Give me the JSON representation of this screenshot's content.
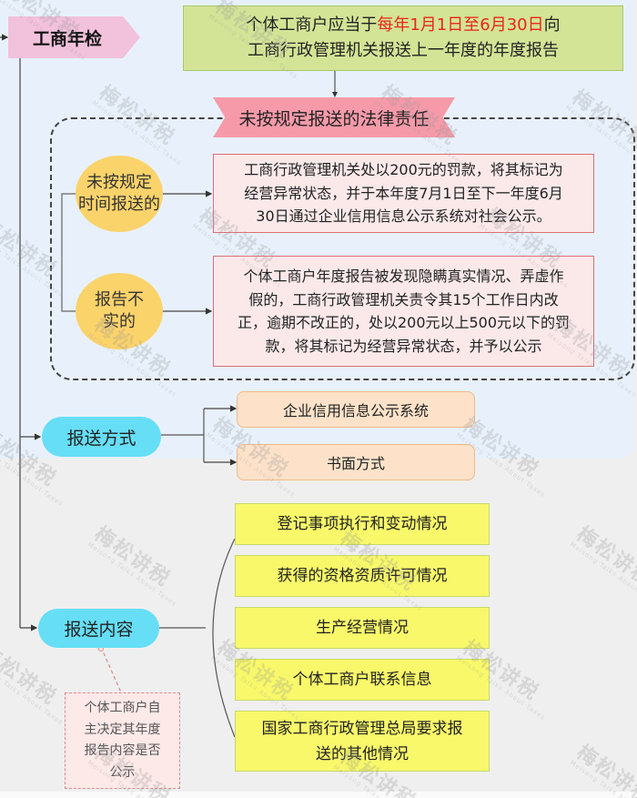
{
  "root": {
    "label": "工商年检"
  },
  "deadline": {
    "prefix": "个体工商户应当于",
    "highlight": "每年1月1日至6月30日",
    "suffix": "向",
    "line2": "工商行政管理机关报送上一年度的年度报告",
    "highlight_color": "#e8261c"
  },
  "liability": {
    "title": "未按规定报送的法律责任",
    "items": [
      {
        "condition_line1": "未按规定",
        "condition_line2": "时间报送的",
        "consequence": [
          "工商行政管理机关处以200元的罚款，将其标记为",
          "经营异常状态，并于本年度7月1日至下一年度6月",
          "30日通过企业信用信息公示系统对社会公示。"
        ]
      },
      {
        "condition_line1": "报告不",
        "condition_line2": "实的",
        "consequence": [
          "个体工商户年度报告被发现隐瞒真实情况、弄虚作",
          "假的，工商行政管理机关责令其15个工作日内改",
          "正，逾期不改正的，处以200元以上500元以下的罚",
          "款，将其标记为经营异常状态，并予以公示"
        ]
      }
    ]
  },
  "submit_method": {
    "label": "报送方式",
    "options": [
      "企业信用信息公示系统",
      "书面方式"
    ]
  },
  "submit_content": {
    "label": "报送内容",
    "items": [
      {
        "line1": "登记事项执行和变动情况"
      },
      {
        "line1": "获得的资格资质许可情况"
      },
      {
        "line1": "生产经营情况"
      },
      {
        "line1": "个体工商户联系信息"
      },
      {
        "line1": "国家工商行政管理总局要求报",
        "line2": "送的其他情况"
      }
    ],
    "note": [
      "个体工商户自",
      "主决定其年度",
      "报告内容是否",
      "公示"
    ]
  },
  "watermark": {
    "text": "梅松讲税",
    "subtext": "Meisong Talks About Taxes"
  },
  "colors": {
    "root_bg": "#f2c1dc",
    "deadline_bg": "#d3e496",
    "ribbon_bg": "#f69aa9",
    "condition_bg": "#fbd36b",
    "consequence_bg": "#fbe9ea",
    "pill_bg": "#66def6",
    "method_bg": "#fde2c9",
    "content_bg": "#f8f86a",
    "top_region_bg": "#e8f1fb",
    "bottom_region_bg": "#efefef"
  }
}
